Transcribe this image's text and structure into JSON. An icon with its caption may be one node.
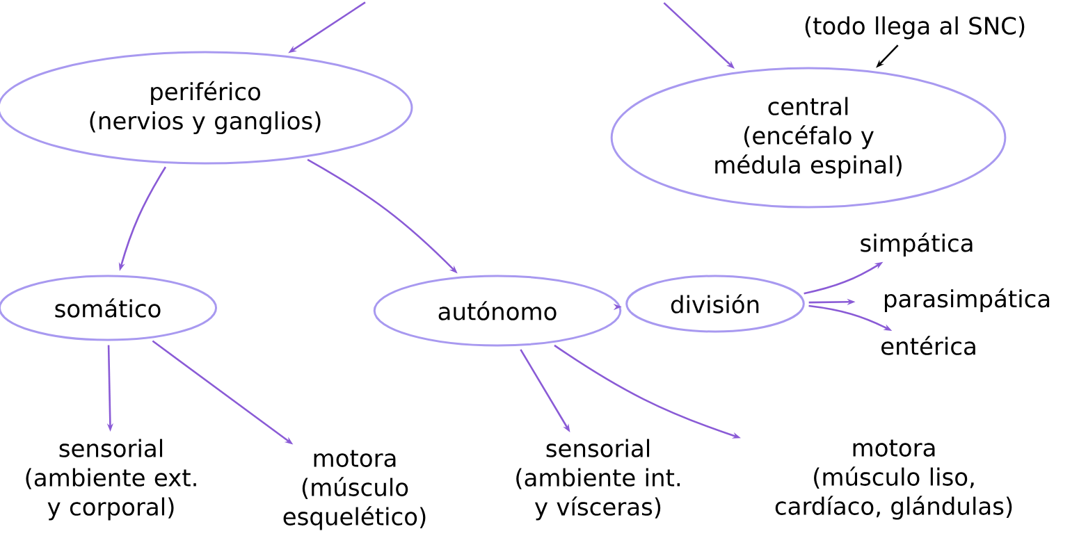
{
  "diagram": {
    "nodes": [
      {
        "text": [
          "periférico",
          "(nervios y ganglios)"
        ]
      },
      {
        "text": [
          "central",
          "(encéfalo y médula espinal)"
        ]
      },
      {
        "text": [
          "(todo llega al SNC)"
        ]
      },
      {
        "text": [
          "somático"
        ]
      },
      {
        "text": [
          "autónomo"
        ]
      },
      {
        "text": [
          "división"
        ]
      },
      {
        "text": [
          "simpática"
        ]
      },
      {
        "text": [
          "parasimpática"
        ]
      },
      {
        "text": [
          "entérica"
        ]
      },
      {
        "text": [
          "sensorial",
          "(ambiente ext. y corporal)"
        ]
      },
      {
        "text": [
          "motora",
          "(músculo esquelético)"
        ]
      },
      {
        "text": [
          "sensorial",
          "(ambiente int. y vísceras)"
        ]
      },
      {
        "text": [
          "motora",
          "(músculo liso, cardíaco, glándulas)"
        ]
      }
    ],
    "edges": [
      {
        "from": null,
        "to": 0,
        "arrow": "to"
      },
      {
        "from": null,
        "to": 1,
        "arrow": "to"
      },
      {
        "from": 2,
        "to": 1,
        "arrow": "to",
        "color": "#000000"
      },
      {
        "from": 0,
        "to": 3,
        "arrow": "to"
      },
      {
        "from": 0,
        "to": 4,
        "arrow": "to"
      },
      {
        "from": 4,
        "to": 5,
        "arrow": "to"
      },
      {
        "from": 5,
        "to": 6,
        "arrow": "to"
      },
      {
        "from": 5,
        "to": 7,
        "arrow": "to"
      },
      {
        "from": 5,
        "to": 8,
        "arrow": "to"
      },
      {
        "from": 3,
        "to": 9,
        "arrow": "to"
      },
      {
        "from": 3,
        "to": 10,
        "arrow": "to"
      },
      {
        "from": 4,
        "to": 11,
        "arrow": "to"
      },
      {
        "from": 4,
        "to": 12,
        "arrow": "to"
      }
    ]
  }
}
